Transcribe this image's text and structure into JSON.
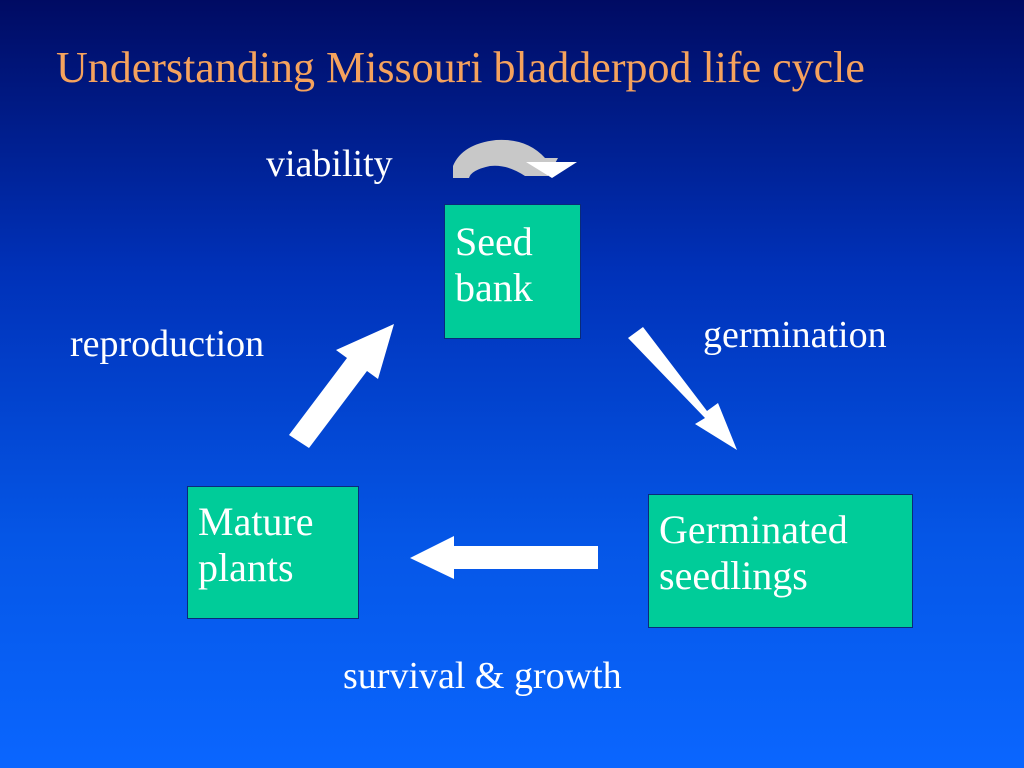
{
  "slide": {
    "title": "Understanding Missouri bladderpod life cycle"
  },
  "stages": {
    "seed_bank": {
      "line1": "Seed",
      "line2": "bank"
    },
    "germinated_seedlings": {
      "line1": "Germinated",
      "line2": "seedlings"
    },
    "mature_plants": {
      "line1": "Mature",
      "line2": "plants"
    }
  },
  "transitions": {
    "viability": "viability",
    "germination": "germination",
    "survival_growth": "survival & growth",
    "reproduction": "reproduction"
  },
  "colors": {
    "title": "#f5a25d",
    "box_fill": "#00cc99",
    "text": "#ffffff",
    "arrow": "#ffffff",
    "loop_arrow": "#c8c8c8"
  }
}
